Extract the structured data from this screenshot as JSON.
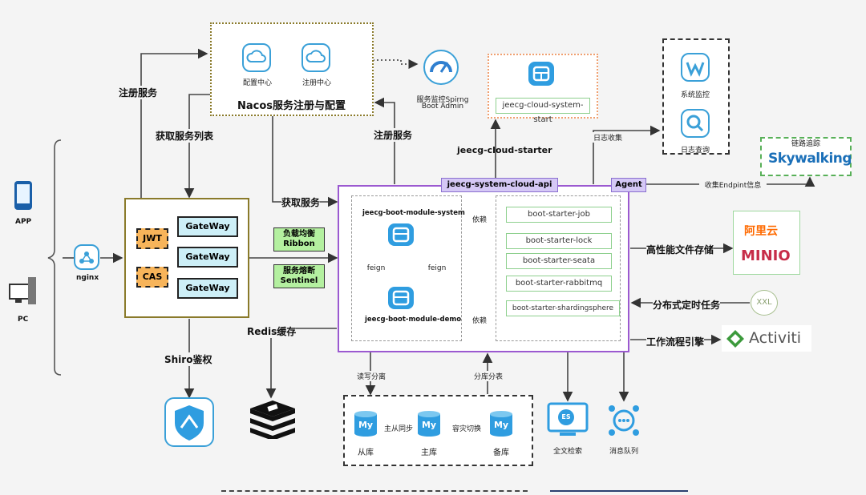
{
  "nacos": {
    "config_center": "配置中心",
    "registry_center": "注册中心",
    "title": "Nacos服务注册与配置"
  },
  "spring_admin": {
    "label_line1": "服务监控Spirng",
    "label_line2": "Boot Admin"
  },
  "cloud_start": {
    "label": "jeecg-cloud-system-start"
  },
  "starter_label": "jeecg-cloud-starter",
  "monitor": {
    "log_collect": "日志收集",
    "system_monitor": "系统监控",
    "log_query": "日志查询"
  },
  "skywalking": {
    "caption": "链路追踪",
    "brand": "Skywalking",
    "collect": "收集Endpint信息"
  },
  "edges": {
    "register_left": "注册服务",
    "get_service_list": "获取服务列表",
    "register_mid": "注册服务",
    "get_service": "获取服务",
    "shiro": "Shiro鉴权",
    "redis": "Redis缓存",
    "rw_split": "读写分离",
    "db_split": "分库分表",
    "depend_top": "依赖",
    "depend_bottom": "依赖",
    "feign_left": "feign",
    "feign_right": "feign",
    "storage": "高性能文件存储",
    "scheduler": "分布式定时任务",
    "workflow": "工作流程引擎"
  },
  "clients": {
    "app": "APP",
    "pc": "PC",
    "nginx": "nginx"
  },
  "gateway": {
    "jwt": "JWT",
    "cas": "CAS",
    "items": [
      "GateWay",
      "GateWay",
      "GateWay"
    ]
  },
  "middleware": {
    "lb_line1": "负载均衡",
    "lb_line2": "Ribbon",
    "cb_line1": "服务熔断",
    "cb_line2": "Sentinel"
  },
  "cloud_api": {
    "label": "jeecg-system-cloud-api",
    "agent": "Agent"
  },
  "modules": {
    "system": "jeecg-boot-module-system",
    "demo": "jeecg-boot-module-demo"
  },
  "starters": [
    "boot-starter-job",
    "boot-starter-lock",
    "boot-starter-seata",
    "boot-starter-rabbitmq",
    "boot-starter-shardingsphere"
  ],
  "vendors": {
    "aliyun": "阿里云",
    "minio": "MINIO",
    "xxl": "XXL",
    "activiti": "Activiti"
  },
  "db": {
    "slave": "从库",
    "master": "主库",
    "backup": "备库",
    "sync": "主从同步",
    "failover": "容灾切换",
    "logo": "My"
  },
  "bottom": {
    "es": "全文检索",
    "es_logo": "ES",
    "mq": "消息队列"
  },
  "colors": {
    "purple": "#9b59d0",
    "olive": "#8a7a2a",
    "orange_dash": "#f0a070",
    "green": "#7cc07c",
    "blue_icon": "#2f9de0"
  }
}
